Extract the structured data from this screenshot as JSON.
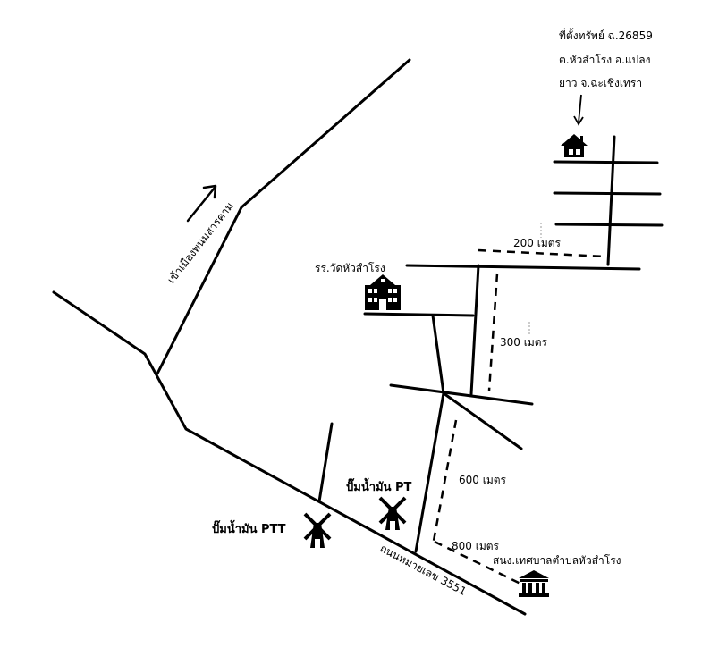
{
  "property": {
    "line1": "ที่ตั้งทรัพย์ ฉ.26859",
    "line2": "ต.หัวสำโรง อ.แปลง",
    "line3": "ยาว จ.ฉะเชิงเทรา"
  },
  "labels": {
    "to_city": "เข้าเมืองพนมสารคาม",
    "school": "รร.วัดหัวสำโรง",
    "pump_ptt": "ปั๊มน้ำมัน PTT",
    "pump_pt": "ปั๊มน้ำมัน PT",
    "office": "สนง.เทศบาลตำบลหัวสำโรง",
    "road_3551": "ถนนหมายเลข 3551"
  },
  "distances": {
    "d200": "200 เมตร",
    "d300": "300 เมตร",
    "d600": "600 เมตร",
    "d800": "800 เมตร"
  },
  "icons": {
    "house": "house-icon",
    "school": "school-icon",
    "windmill": "windmill-icon",
    "government": "government-building-icon",
    "arrow": "arrow-icon"
  }
}
